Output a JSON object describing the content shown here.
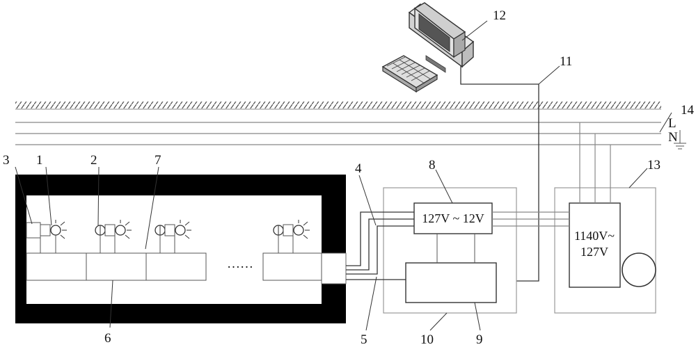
{
  "labels": {
    "n1": "1",
    "n2": "2",
    "n3": "3",
    "n4": "4",
    "n5": "5",
    "n6": "6",
    "n7": "7",
    "n8": "8",
    "n9": "9",
    "n10": "10",
    "n11": "11",
    "n12": "12",
    "n13": "13",
    "n14": "14",
    "L": "L",
    "N": "N"
  },
  "boxes": {
    "converter_line1": "127V ~ 12V",
    "transformer_line1": "1140V~",
    "transformer_line2": "127V"
  },
  "ellipsis": "……"
}
